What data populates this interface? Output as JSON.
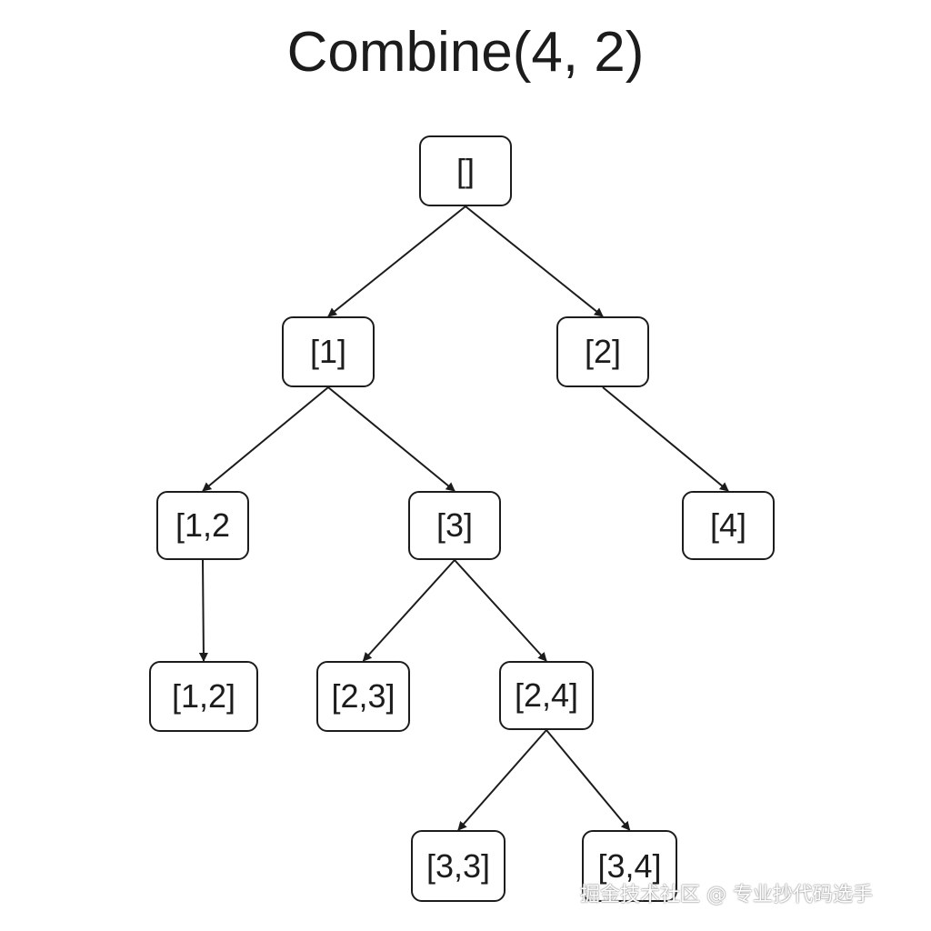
{
  "title": "Combine(4, 2)",
  "nodes": {
    "root": "[]",
    "n1": "[1]",
    "n2": "[2]",
    "n12a": "[1,2",
    "n3": "[3]",
    "n4": "[4]",
    "n12b": "[1,2]",
    "n23": "[2,3]",
    "n24": "[2,4]",
    "n33": "[3,3]",
    "n34": "[3,4]"
  },
  "edges": [
    [
      "root",
      "n1"
    ],
    [
      "root",
      "n2"
    ],
    [
      "n1",
      "n12a"
    ],
    [
      "n1",
      "n3"
    ],
    [
      "n2",
      "n4"
    ],
    [
      "n12a",
      "n12b"
    ],
    [
      "n3",
      "n23"
    ],
    [
      "n3",
      "n24"
    ],
    [
      "n24",
      "n33"
    ],
    [
      "n24",
      "n34"
    ]
  ],
  "watermark": "掘金技术社区 @ 专业抄代码选手",
  "colors": {
    "stroke": "#1c1c1c",
    "background": "#ffffff"
  }
}
